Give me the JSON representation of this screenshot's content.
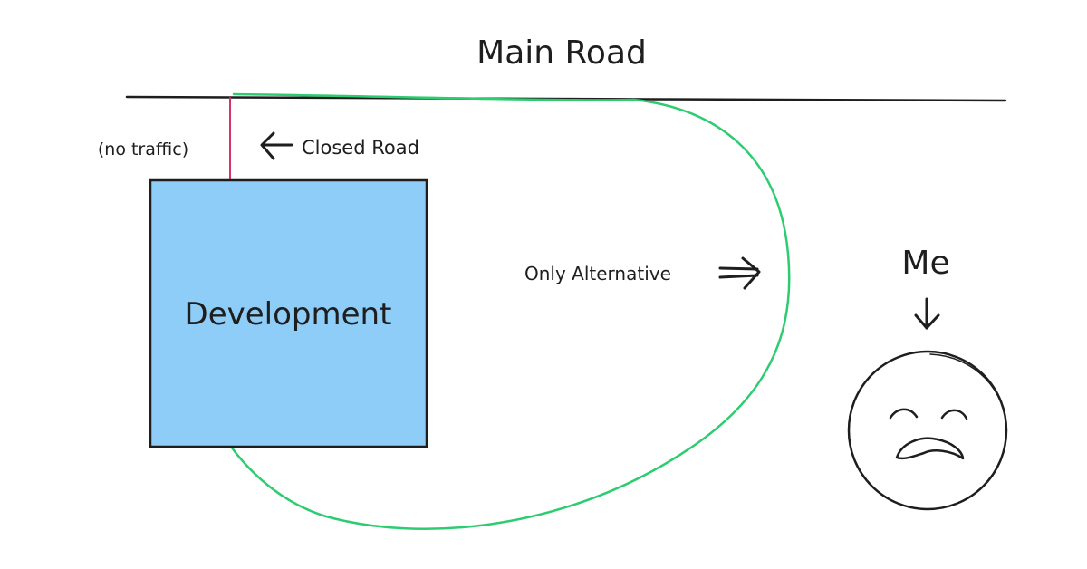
{
  "labels": {
    "title": "Main Road",
    "no_traffic": "(no traffic)",
    "closed_road": "Closed Road",
    "development": "Development",
    "only_alternative": "Only Alternative",
    "me": "Me"
  },
  "colors": {
    "ink": "#1e1e1e",
    "development_fill": "#8ecdf8",
    "green_route": "#2ecc71",
    "closed_road_line": "#d6336c"
  },
  "icons": {
    "closed_road_arrow": "arrow-left-icon",
    "alternative_arrow": "arrow-right-icon",
    "me_arrow": "arrow-down-icon",
    "face": "sad-face-icon"
  }
}
